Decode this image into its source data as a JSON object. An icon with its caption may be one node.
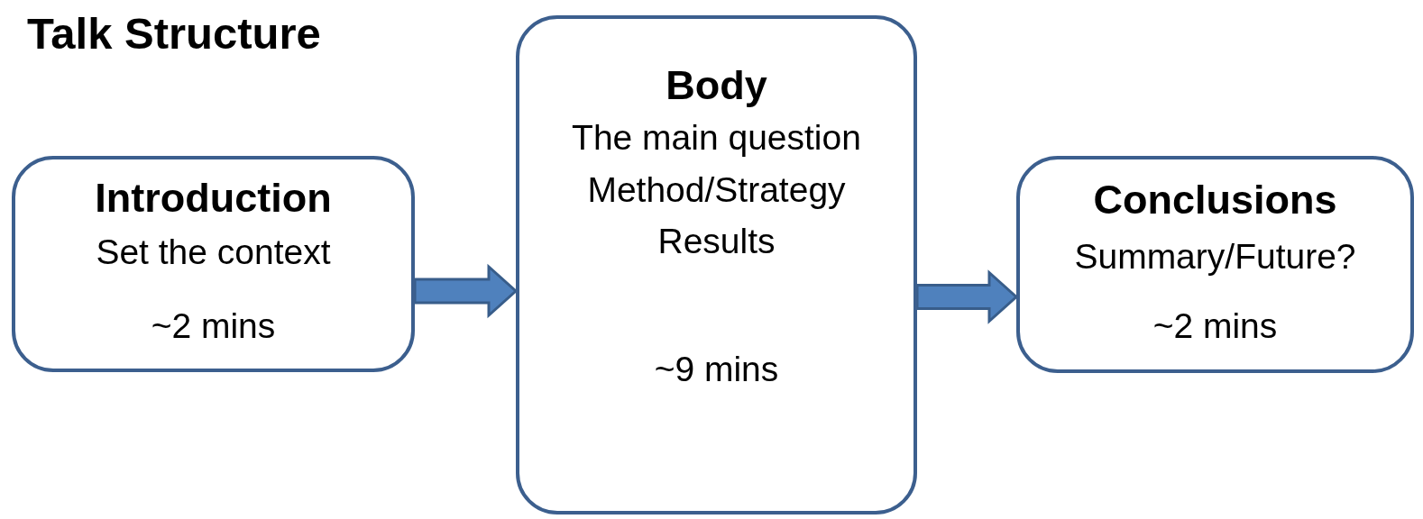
{
  "diagram": {
    "title": "Talk Structure",
    "nodes": [
      {
        "text": [
          "Introduction",
          "Set the context",
          "~2 mins"
        ]
      },
      {
        "text": [
          "Body",
          "The main question",
          "Method/Strategy",
          "Results",
          "~9 mins"
        ]
      },
      {
        "text": [
          "Conclusions",
          "Summary/Future?",
          "~2 mins"
        ]
      }
    ],
    "edges": [
      {
        "from": 0,
        "to": 1,
        "arrow": "to",
        "style": "thick"
      },
      {
        "from": 1,
        "to": 2,
        "arrow": "to",
        "style": "thick"
      }
    ]
  }
}
